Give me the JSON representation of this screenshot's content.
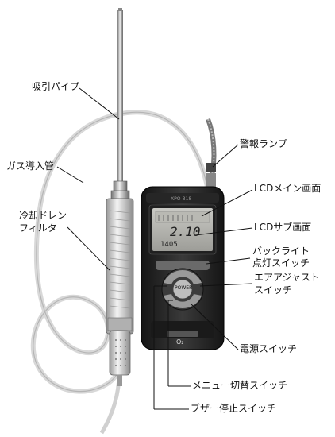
{
  "labels": {
    "suction_pipe": "吸引パイプ",
    "gas_tube": "ガス導入管",
    "drain_filter_line1": "冷却ドレン",
    "drain_filter_line2": "フィルタ",
    "alarm_lamp": "警報ランプ",
    "lcd_main": "LCDメイン画面",
    "lcd_sub": "LCDサブ画面",
    "backlight_line1": "バックライト",
    "backlight_line2": "点灯スイッチ",
    "air_adjust_line1": "エアアジャスト",
    "air_adjust_line2": "スイッチ",
    "power_switch": "電源スイッチ",
    "menu_switch": "メニュー切替スイッチ",
    "buzzer_switch": "ブザー停止スイッチ"
  },
  "device": {
    "lcd_main_value": "2.10",
    "lcd_sub_value": "1405",
    "power_key": "POWER",
    "sensor_mark": "O₂"
  }
}
